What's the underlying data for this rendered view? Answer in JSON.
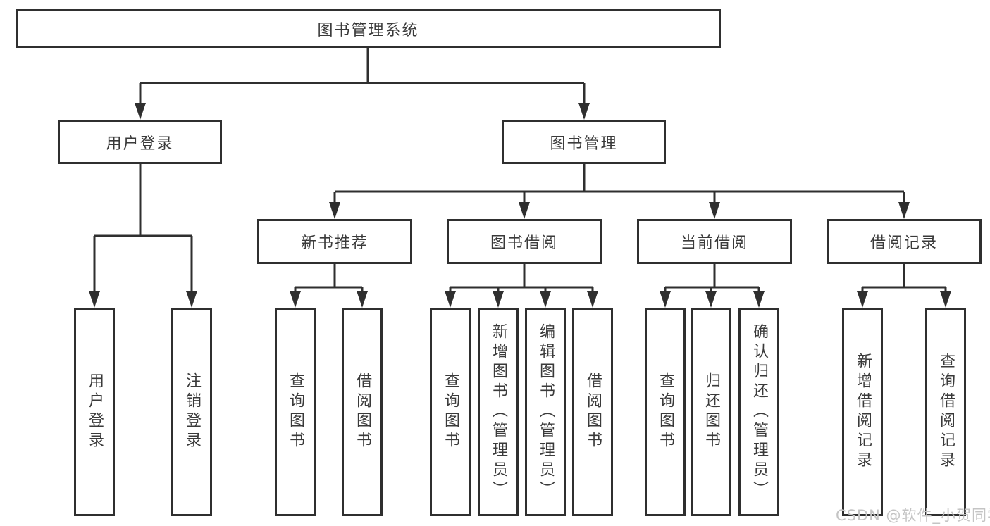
{
  "nodes": {
    "root": "图书管理系统",
    "user_login": "用户登录",
    "book_management": "图书管理",
    "new_book_recommend": "新书推荐",
    "book_borrow": "图书借阅",
    "current_borrow": "当前借阅",
    "borrow_records": "借阅记录",
    "leaf_user_login": "用户登录",
    "leaf_logout": "注销登录",
    "leaf_rec_query_book": "查询图书",
    "leaf_rec_borrow_book": "借阅图书",
    "leaf_bb_query_book": "查询图书",
    "leaf_bb_add_book": "新增图书（管理员）",
    "leaf_bb_edit_book": "编辑图书（管理员）",
    "leaf_bb_borrow_book": "借阅图书",
    "leaf_cb_query_book": "查询图书",
    "leaf_cb_return_book": "归还图书",
    "leaf_cb_confirm_return": "确认归还（管理员）",
    "leaf_br_add_record": "新增借阅记录",
    "leaf_br_query_record": "查询借阅记录"
  },
  "watermark": "CSDN @软件_小贺同学",
  "colors": {
    "line": "#2f2f2f",
    "text": "#3a3a3a",
    "watermark": "#c4c4c4",
    "background": "#ffffff"
  }
}
